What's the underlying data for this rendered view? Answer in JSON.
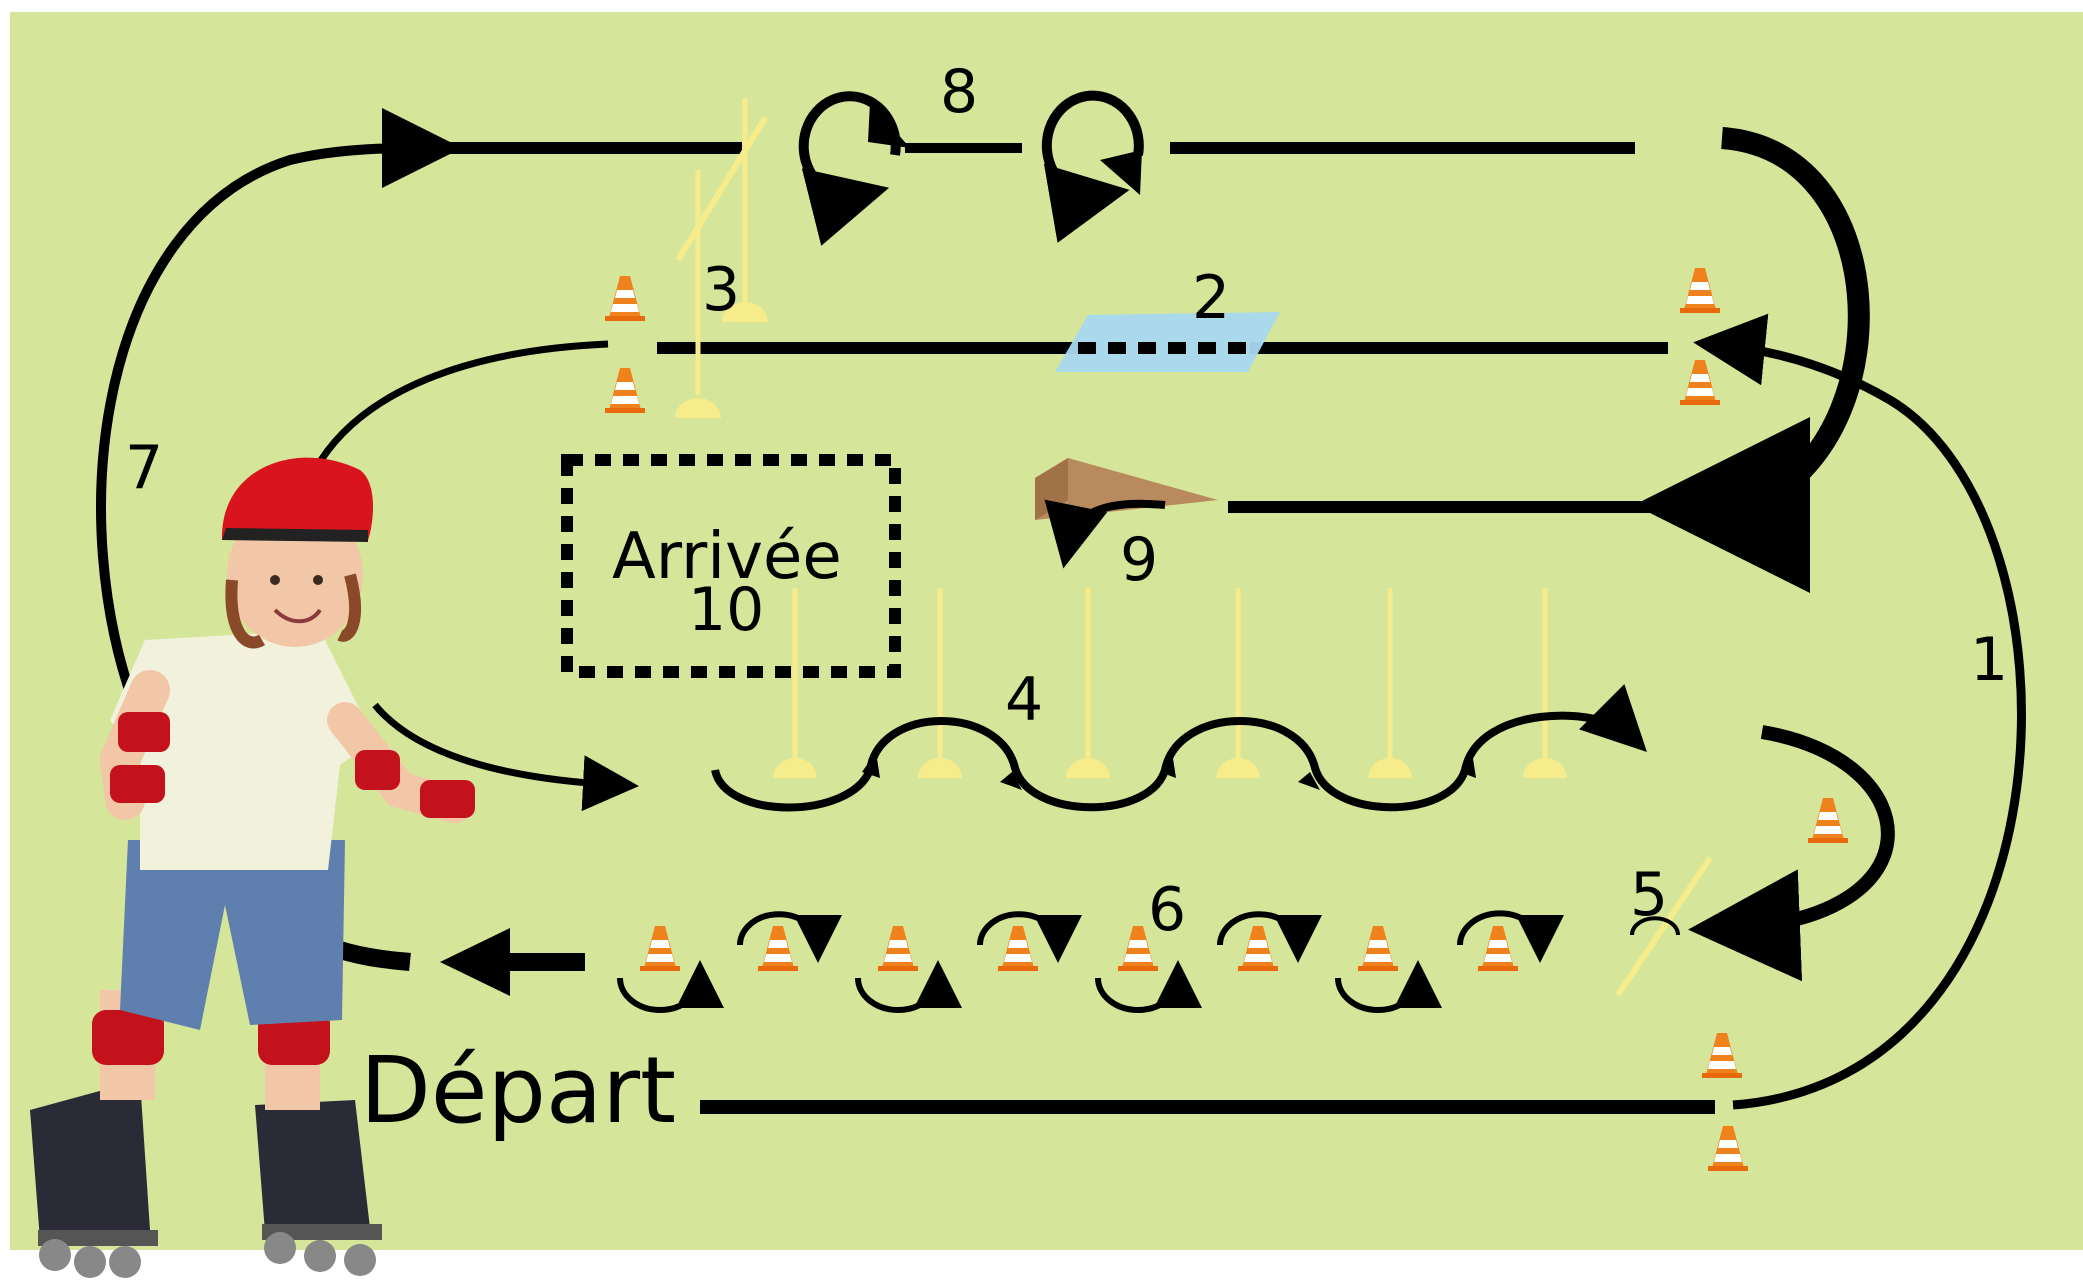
{
  "labels": {
    "step1": "1",
    "step2": "2",
    "step3": "3",
    "step4": "4",
    "step5": "5",
    "step6": "6",
    "step7": "7",
    "step8": "8",
    "step9": "9",
    "finish_word": "Arrivée",
    "finish_number": "10",
    "start_word": "Départ"
  },
  "colors": {
    "background": "#d5e59a",
    "track": "#000000",
    "cone_orange": "#f0821e",
    "pole_yellow": "#f7ec8c",
    "plank_blue": "#a8d8f0",
    "ramp_brown": "#b98a5e",
    "helmet_red": "#d8141e",
    "pads_red": "#c4121c",
    "shirt": "#f2f2dc",
    "shorts": "#5f7fae"
  },
  "icons": {
    "cone": "traffic-cone-icon",
    "pole": "slalom-pole-icon",
    "plank": "plank-icon",
    "ramp": "ramp-icon",
    "child": "child-on-rollerblades-illustration"
  }
}
